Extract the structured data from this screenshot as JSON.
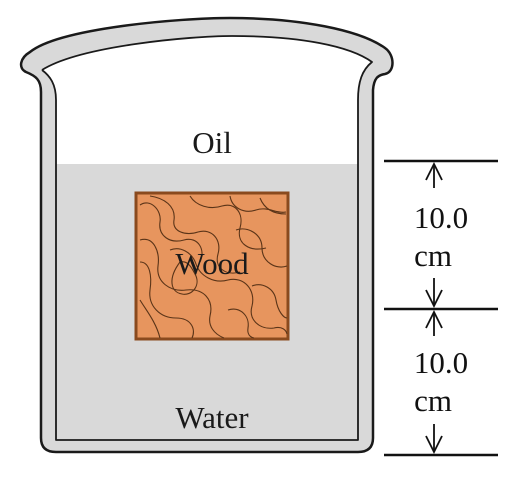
{
  "labels": {
    "oil": "Oil",
    "wood": "Wood",
    "water": "Water"
  },
  "dimensions": {
    "upper": {
      "value": "10.0",
      "unit": "cm"
    },
    "lower": {
      "value": "10.0",
      "unit": "cm"
    }
  },
  "colors": {
    "oil_layer": "#fbeedb",
    "water_layer": "#d7ecf8",
    "wood_fill": "#e7955e",
    "wood_border": "#8a4a1e",
    "beaker_outline": "#1a1a1a",
    "beaker_glass": "#d8d8d8",
    "dimension_lines": "#111111"
  }
}
